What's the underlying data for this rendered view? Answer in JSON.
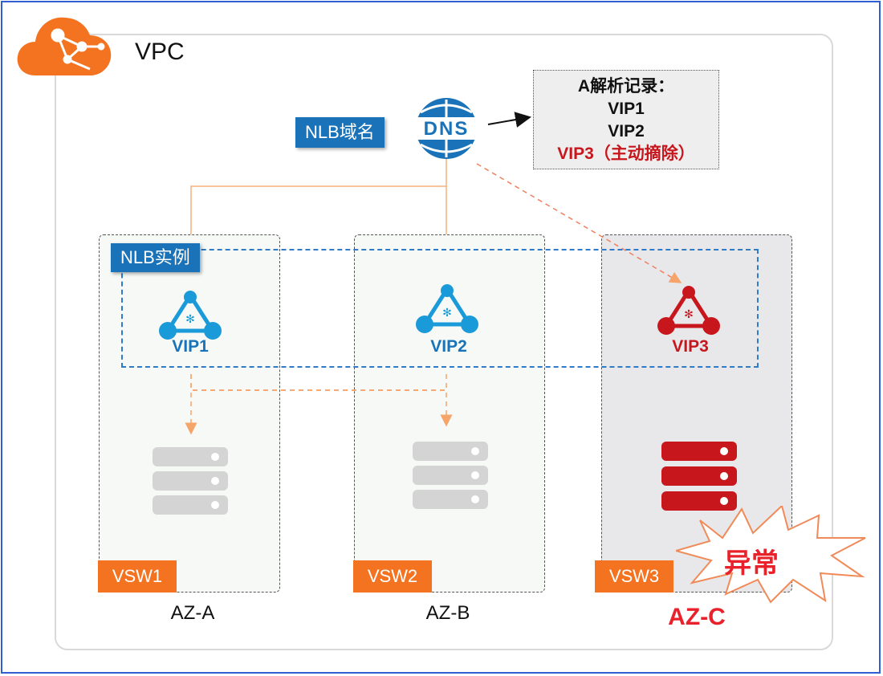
{
  "vpc": {
    "label": "VPC"
  },
  "dns": {
    "domain_tag": "NLB域名",
    "icon_text": "DNS"
  },
  "records": {
    "title": "A解析记录：",
    "items": [
      "VIP1",
      "VIP2"
    ],
    "removed": "VIP3（主动摘除）"
  },
  "nlb": {
    "instance_tag": "NLB实例"
  },
  "zones": [
    {
      "vip": "VIP1",
      "vswitch": "VSW1",
      "az": "AZ-A"
    },
    {
      "vip": "VIP2",
      "vswitch": "VSW2",
      "az": "AZ-B"
    },
    {
      "vip": "VIP3",
      "vswitch": "VSW3",
      "az": "AZ-C"
    }
  ],
  "fault": {
    "label": "异常"
  },
  "colors": {
    "accent_orange": "#f47320",
    "nlb_blue": "#1a73b8",
    "fault_red": "#c8161d"
  }
}
